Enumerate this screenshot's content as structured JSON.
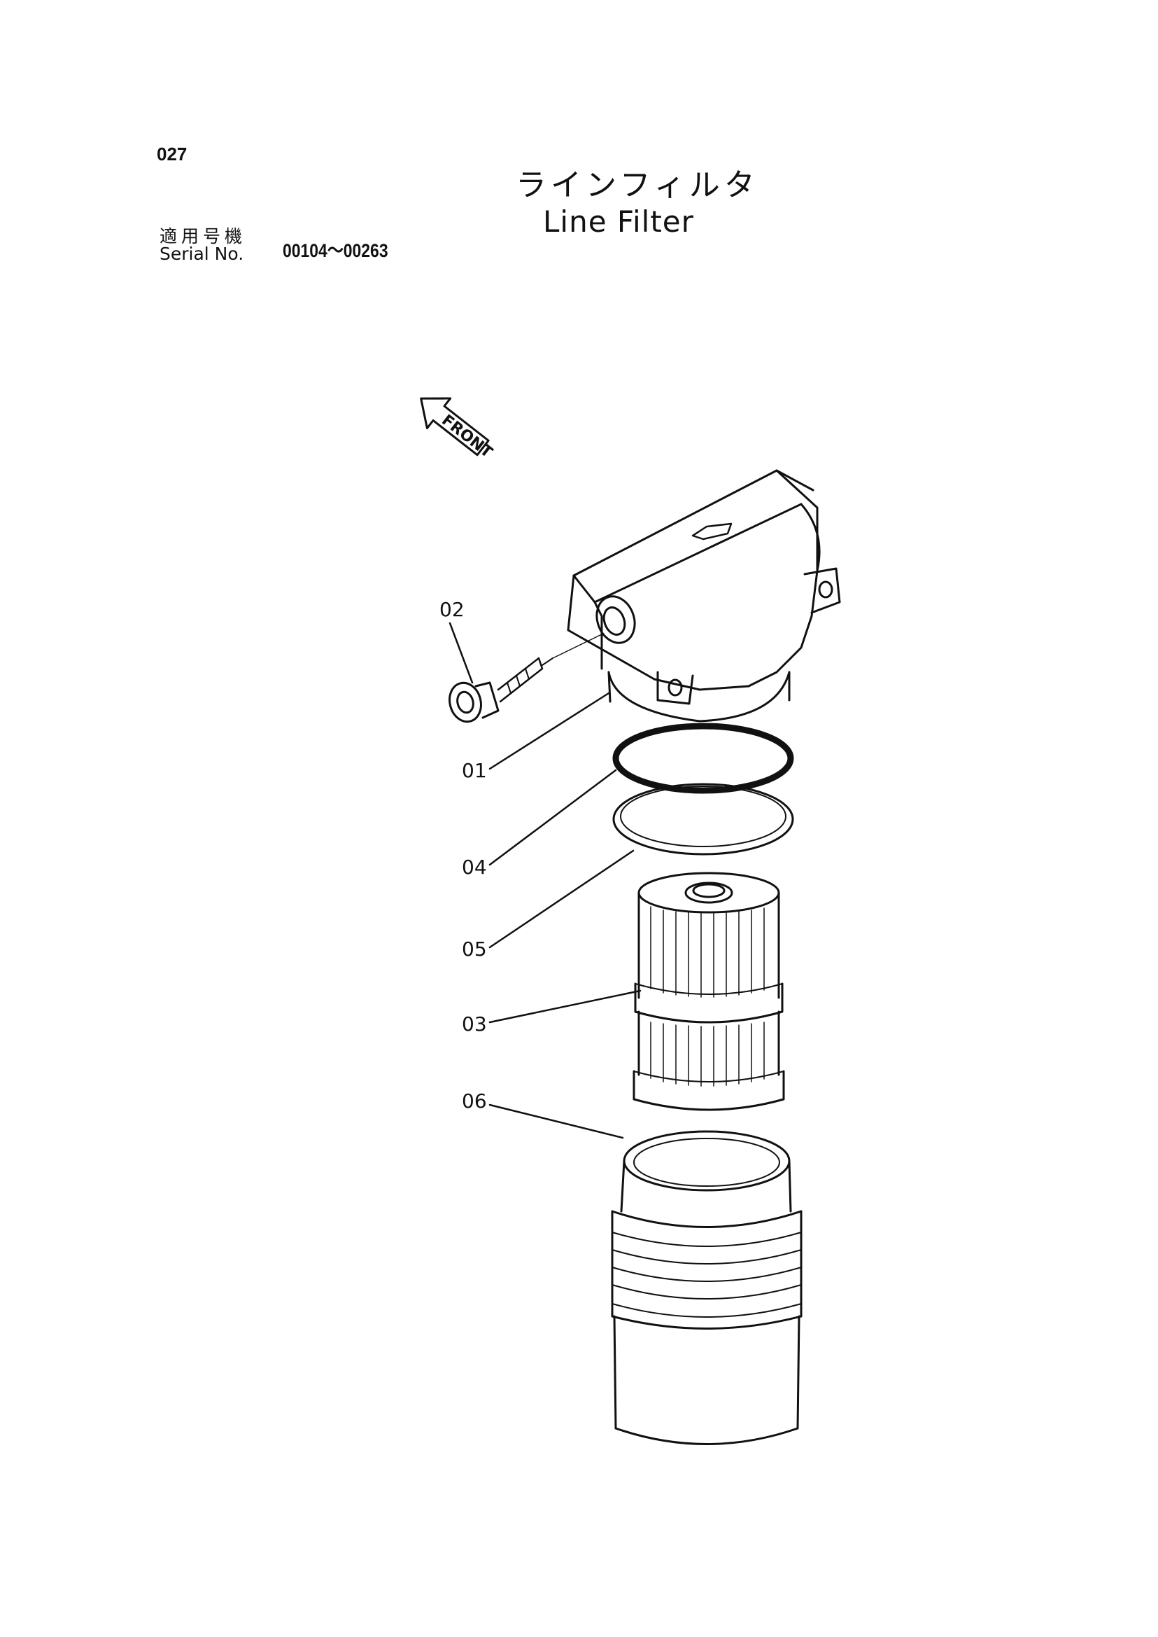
{
  "page_number": "027",
  "title": {
    "japanese": "ラインフィルタ",
    "english": "Line Filter"
  },
  "serial": {
    "label_japanese": "適用号機",
    "label_english": "Serial No.",
    "range": "00104～00263"
  },
  "front_arrow_label": "FRONT",
  "callouts": [
    "02",
    "01",
    "04",
    "05",
    "03",
    "06"
  ]
}
